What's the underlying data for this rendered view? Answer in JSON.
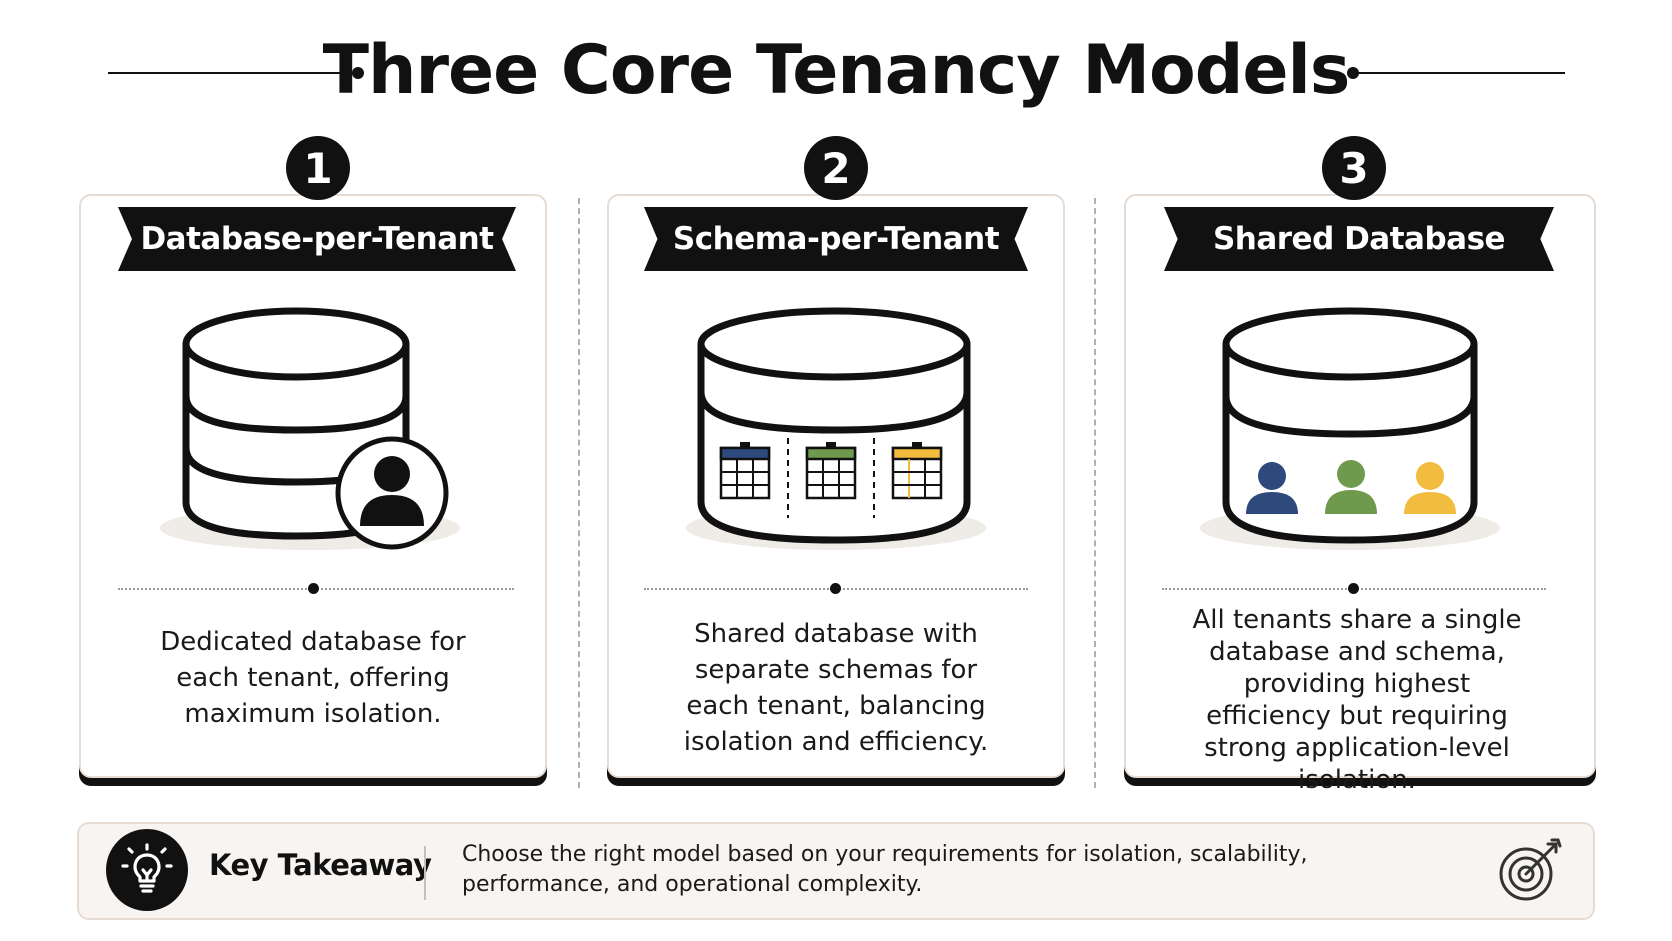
{
  "title": "Three Core Tenancy Models",
  "models": [
    {
      "number": "1",
      "name": "Database-per-Tenant",
      "description": "Dedicated database for each tenant, offering maximum isolation."
    },
    {
      "number": "2",
      "name": "Schema-per-Tenant",
      "description": "Shared database with separate schemas for each tenant, balancing isolation and efficiency."
    },
    {
      "number": "3",
      "name": "Shared Database",
      "description": "All tenants share a single database and schema, providing highest efficiency but requiring strong application-level isolation."
    }
  ],
  "icons": {
    "model1": "database-with-single-user-icon",
    "model2": "database-with-three-schema-tables-icon",
    "model3": "database-with-three-users-icon",
    "takeaway": "lightbulb-icon",
    "goal": "target-dart-icon"
  },
  "colors": {
    "ink": "#111111",
    "card_border": "#e6dcd3",
    "panel_bg": "#f7f4f1",
    "tenant_blue": "#2e4a7d",
    "tenant_green": "#6f9a4e",
    "tenant_yellow": "#f2bc3e"
  },
  "takeaway": {
    "title": "Key Takeaway",
    "text": "Choose the right model based on your requirements for isolation, scalability, performance, and operational complexity."
  }
}
